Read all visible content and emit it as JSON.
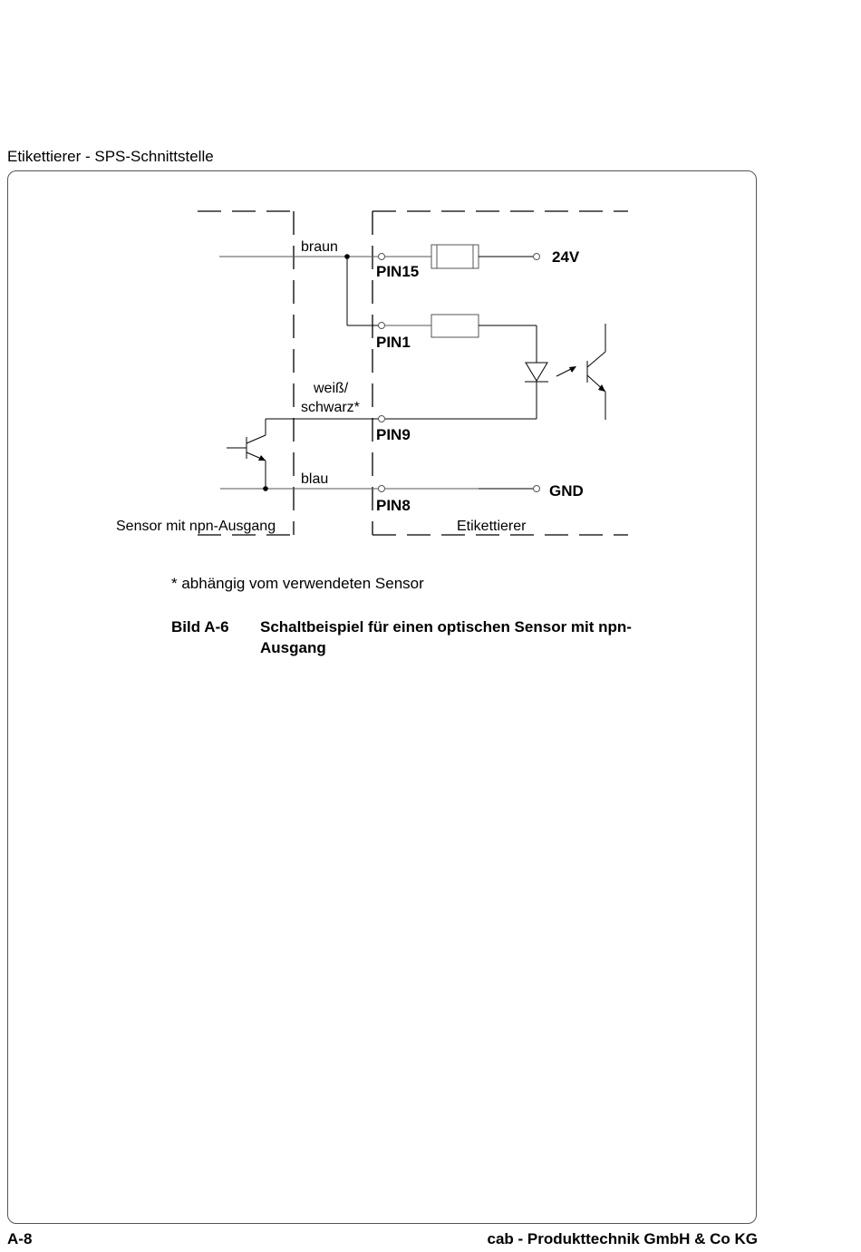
{
  "header": {
    "title": "Etikettierer - SPS-Schnittstelle"
  },
  "diagram": {
    "wire_brown": "braun",
    "wire_white_line1": "weiß/",
    "wire_white_line2": "schwarz*",
    "wire_blue": "blau",
    "pin15": "PIN15",
    "pin1": "PIN1",
    "pin9": "PIN9",
    "pin8": "PIN8",
    "voltage_24v": "24V",
    "ground": "GND",
    "left_box_label": "Sensor mit npn-Ausgang",
    "right_box_label": "Etikettierer"
  },
  "footnote": "* abhängig vom verwendeten Sensor",
  "caption": {
    "label": "Bild A-6",
    "text": "Schaltbeispiel für einen optischen Sensor mit npn-Ausgang"
  },
  "footer": {
    "page_number": "A-8",
    "company": "cab - Produkttechnik GmbH & Co KG"
  }
}
